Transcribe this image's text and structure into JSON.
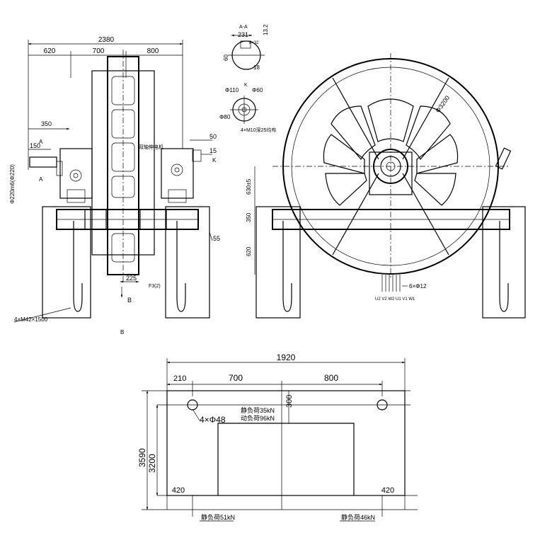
{
  "front_view": {
    "overall_width": "2380",
    "dim_left": "620",
    "dim_mid": "700",
    "dim_right": "800",
    "dim_350": "350",
    "dim_150": "150",
    "section_mark_a": "A",
    "section_mark_a2": "A",
    "dim_50": "50",
    "dim_15": "15",
    "mark_k": "K",
    "dim_55": "55",
    "dim_225": "225",
    "shaft_dia": "Φ220m6(Φ220)",
    "mark_b": "B",
    "bolt_spec": "4×M42×1500",
    "label_note": "双轴伸电机",
    "label_part": "F3(2)"
  },
  "section_aa": {
    "title": "A-A",
    "dim_231": "231",
    "dim_key": "8×32",
    "dim_132": "13.2",
    "dim_60": "60",
    "dim_18": "18"
  },
  "view_k": {
    "title": "K",
    "dia_110": "Φ110",
    "dia_60": "Φ60",
    "dia_80": "Φ80",
    "holes": "4×M10深25均布"
  },
  "side_view": {
    "dia_3200": "Φ3200",
    "dim_630": "630±5",
    "dim_350": "350",
    "dim_620": "620",
    "cable_count": "6×Φ12",
    "terminals": "U2 V2 W2 U1 V1 W1"
  },
  "b_label": "B",
  "plan_view": {
    "width_1920": "1920",
    "dim_210": "210",
    "dim_700": "700",
    "dim_800": "800",
    "dim_300": "300",
    "depth_3590": "3590",
    "depth_3200": "3200",
    "holes": "4×Φ48",
    "static_load": "静负荷35kN",
    "dynamic_load": "动负荷96kN",
    "left_420": "420",
    "right_420": "420",
    "load_left": "静负荷51kN",
    "load_right": "静负荷46kN"
  },
  "colors": {
    "line": "#000000",
    "background": "#ffffff"
  }
}
